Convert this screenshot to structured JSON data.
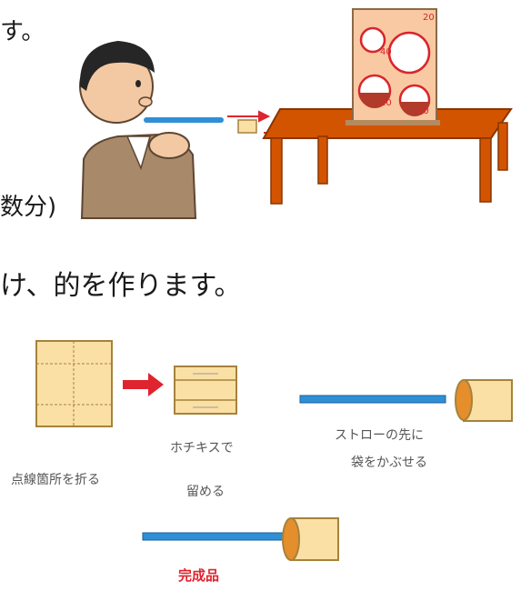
{
  "text_fragments": {
    "top_line_tail": "す。",
    "mid_line_tail": "数分)",
    "heading_tail": "け、的を作ります。"
  },
  "illustration": {
    "target_scores": {
      "top_right": "20",
      "left_mid": "40",
      "bottom_left": "20",
      "bottom_right": "30"
    }
  },
  "steps": [
    {
      "caption": "点線箇所を折る"
    },
    {
      "caption_line1": "ホチキスで",
      "caption_line2": "留める"
    },
    {
      "caption_line1": "ストローの先に",
      "caption_line2": "袋をかぶせる"
    },
    {
      "caption": "完成品"
    }
  ],
  "colors": {
    "paper": "#fbe0a5",
    "paper_edge": "#a5823c",
    "straw": "#2f8fd6",
    "arrow_red": "#e0242f",
    "table": "#d35400",
    "target_board": "#f8c9a3",
    "target_ring": "#d9252b"
  }
}
